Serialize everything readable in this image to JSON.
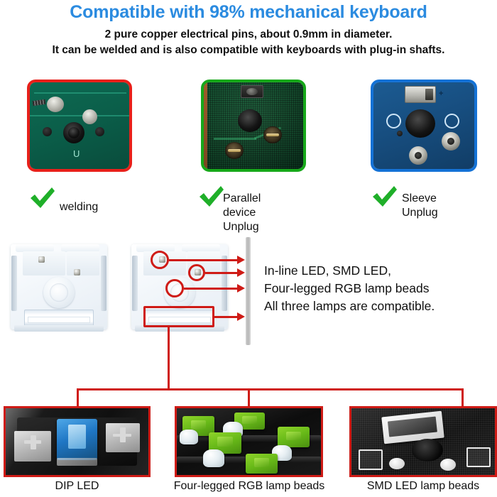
{
  "header": {
    "title": "Compatible with 98% mechanical keyboard",
    "subtitle_line1": "2 pure copper electrical pins, about 0.9mm in diameter.",
    "subtitle_line2": "It can be welded and is also compatible with keyboards with plug-in shafts."
  },
  "colors": {
    "title_blue": "#2b8be0",
    "annotation_red": "#cf1b16",
    "panel_red_border": "#e8201a",
    "panel_green_border": "#17a81a",
    "panel_blue_border": "#1472d6",
    "check_green": "#1faf29"
  },
  "top_panels": [
    {
      "name": "green-solder-pcb",
      "border_color": "#e8201a",
      "marking": "U"
    },
    {
      "name": "dark-textured-pcb",
      "border_color": "#17a81a",
      "marking": ""
    },
    {
      "name": "blue-sleeve-pcb",
      "border_color": "#1472d6",
      "marking": "+"
    }
  ],
  "check_items": [
    {
      "icon": "check-icon",
      "label": "welding"
    },
    {
      "icon": "check-icon",
      "label": "Parallel device\nUnplug"
    },
    {
      "icon": "check-icon",
      "label": "Sleeve\nUnplug"
    }
  ],
  "middle": {
    "text": "In-line LED, SMD LED,\nFour-legged RGB lamp beads\nAll three lamps are compatible.",
    "annotation_count": 4
  },
  "bottom_panels": [
    {
      "name": "dip-led-photo",
      "caption": "DIP LED"
    },
    {
      "name": "four-legged-rgb-photo",
      "caption": "Four-legged RGB lamp beads"
    },
    {
      "name": "smd-led-photo",
      "caption": "SMD LED lamp beads"
    }
  ]
}
